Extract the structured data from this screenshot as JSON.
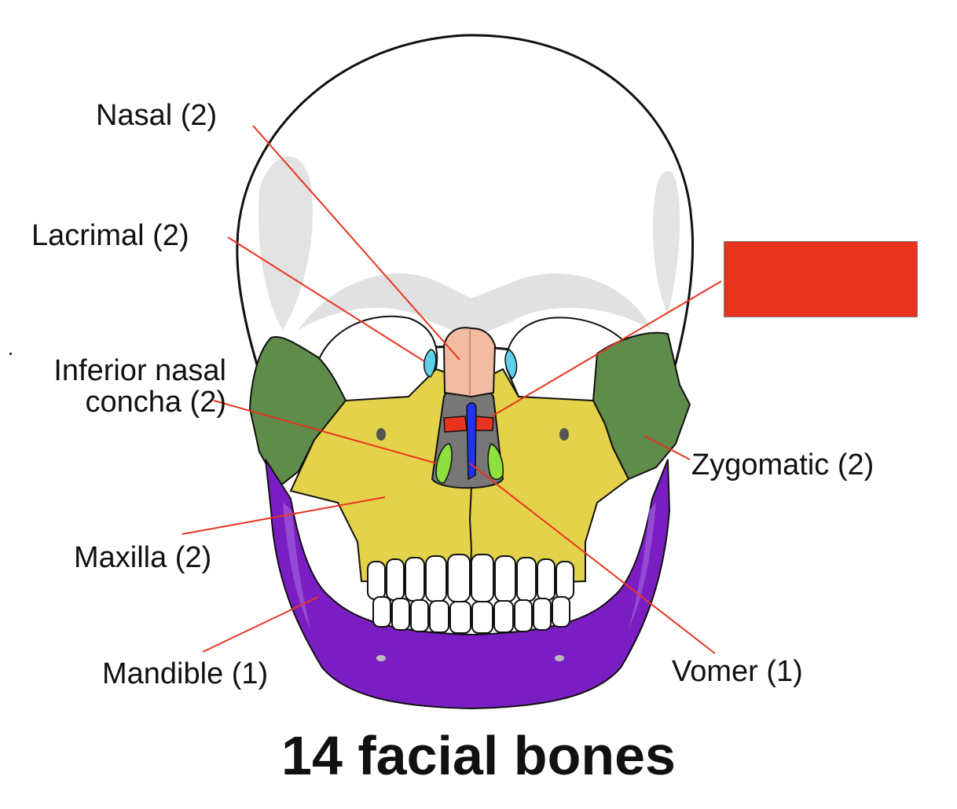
{
  "title": "14 facial bones",
  "labels": {
    "nasal": "Nasal (2)",
    "lacrimal": "Lacrimal (2)",
    "inferior_nasal_line1": "Inferior nasal",
    "inferior_nasal_line2": "concha (2)",
    "maxilla": "Maxilla (2)",
    "mandible": "Mandible (1)",
    "zygomatic": "Zygomatic (2)",
    "vomer": "Vomer (1)"
  },
  "colors": {
    "leader_line": "#e8341f",
    "cover_box": "#e8341f",
    "nasal": "#f2bca3",
    "lacrimal": "#5fd0e8",
    "inferior_nasal_concha": "#8ee03c",
    "maxilla": "#e4d24a",
    "mandible": "#7a1ec4",
    "zygomatic": "#5f8c4a",
    "vomer": "#2233ee",
    "palatine_band": "#e8341f",
    "nasal_cavity": "#777777",
    "skull": "#ffffff",
    "skull_shade": "#d9d9d9"
  }
}
